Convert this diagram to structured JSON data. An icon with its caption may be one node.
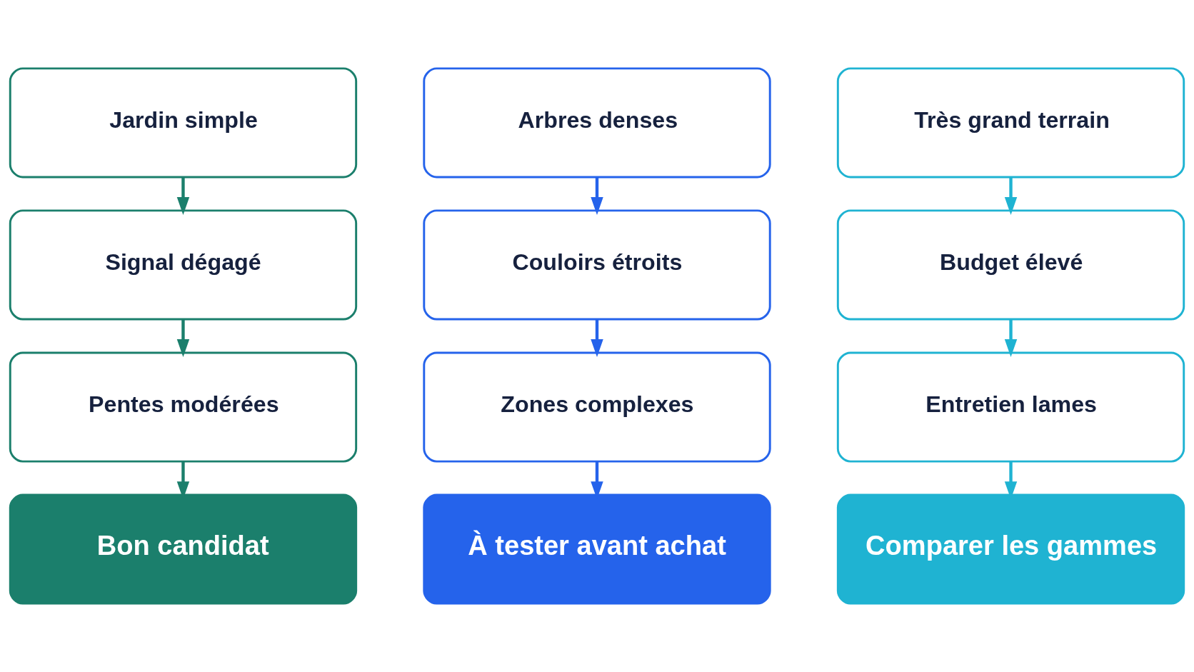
{
  "diagram": {
    "nodes": [
      {
        "text": [
          "Jardin simple"
        ]
      },
      {
        "text": [
          "Signal dégagé"
        ]
      },
      {
        "text": [
          "Pentes modérées"
        ]
      },
      {
        "text": [
          "Bon candidat"
        ]
      },
      {
        "text": [
          "Arbres denses"
        ]
      },
      {
        "text": [
          "Couloirs étroits"
        ]
      },
      {
        "text": [
          "Zones complexes"
        ]
      },
      {
        "text": [
          "À tester avant achat"
        ]
      },
      {
        "text": [
          "Très grand terrain"
        ]
      },
      {
        "text": [
          "Budget élevé"
        ]
      },
      {
        "text": [
          "Entretien lames"
        ]
      },
      {
        "text": [
          "Comparer les gammes"
        ]
      }
    ],
    "edges": [
      {
        "from": 0,
        "to": 1,
        "arrow": "to",
        "color": "#1b7f6c"
      },
      {
        "from": 1,
        "to": 2,
        "arrow": "to",
        "color": "#1b7f6c"
      },
      {
        "from": 2,
        "to": 3,
        "arrow": "to",
        "color": "#1b7f6c"
      },
      {
        "from": 4,
        "to": 5,
        "arrow": "to",
        "color": "#2563eb"
      },
      {
        "from": 5,
        "to": 6,
        "arrow": "to",
        "color": "#2563eb"
      },
      {
        "from": 6,
        "to": 7,
        "arrow": "to",
        "color": "#2563eb"
      },
      {
        "from": 8,
        "to": 9,
        "arrow": "to",
        "color": "#1fb3d2"
      },
      {
        "from": 9,
        "to": 10,
        "arrow": "to",
        "color": "#1fb3d2"
      },
      {
        "from": 10,
        "to": 11,
        "arrow": "to",
        "color": "#1fb3d2"
      }
    ]
  }
}
